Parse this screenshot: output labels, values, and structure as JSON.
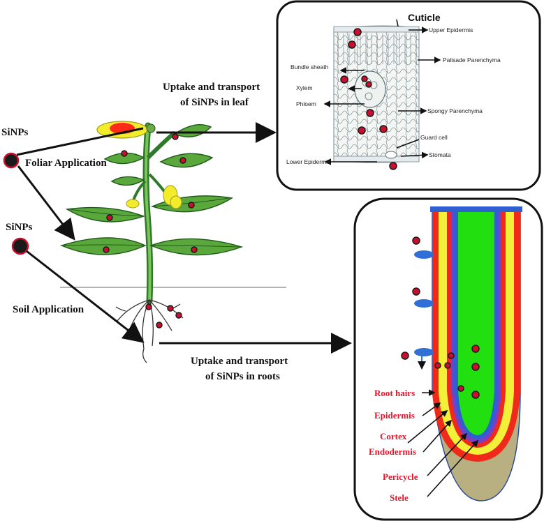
{
  "labels": {
    "sinps_top": "SiNPs",
    "sinps_mid": "SiNPs",
    "foliar_application": "Foliar Application",
    "soil_application": "Soil Application",
    "leaf_uptake_line1": "Uptake and transport",
    "leaf_uptake_line2": "of SiNPs in leaf",
    "root_uptake_line1": "Uptake and transport",
    "root_uptake_line2": "of SiNPs in roots"
  },
  "leaf_section": {
    "cuticle": "Cuticle",
    "upper_epidermis": "Upper Epidermis",
    "palisade_parenchyma": "Palisade Parenchyma",
    "bundle_sheath": "Bundle sheath",
    "xylem": "Xylem",
    "phloem": "Phloem",
    "spongy_parenchyma": "Spongy Parenchyma",
    "guard_cell": "Guard cell",
    "stomata": "Stomata",
    "lower_epidermis": "Lower Epidermis"
  },
  "root_section": {
    "root_hairs": "Root hairs",
    "epidermis": "Epidermis",
    "cortex": "Cortex",
    "endodermis": "Endodermis",
    "pericycle": "Pericycle",
    "stele": "Stele"
  },
  "colors": {
    "nanoparticle_fill": "#c8102e",
    "nanoparticle_core": "#1a1a1a",
    "leaf_green": "#5aa83c",
    "label_red": "#e8142a",
    "root_epidermis": "#f02a1a",
    "root_cortex": "#f3f03a",
    "root_endodermis": "#7b3fc4",
    "root_stele": "#22e010",
    "root_cap": "#b8b080",
    "root_hair": "#2f6fd6"
  }
}
